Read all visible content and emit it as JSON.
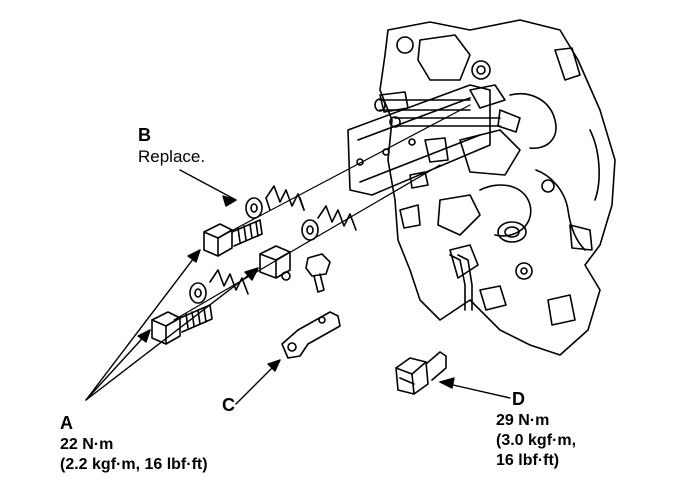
{
  "callouts": {
    "a": {
      "letter": "A",
      "torque_line1": "22 N·m",
      "torque_line2": "(2.2 kgf·m, 16 lbf·ft)"
    },
    "b": {
      "letter": "B",
      "note": "Replace."
    },
    "c": {
      "letter": "C"
    },
    "d": {
      "letter": "D",
      "torque_line1": "29 N·m",
      "torque_line2": "(3.0 kgf·m,",
      "torque_line3": "16 lbf·ft)"
    }
  },
  "colors": {
    "ink": "#000000",
    "paper": "#ffffff"
  }
}
